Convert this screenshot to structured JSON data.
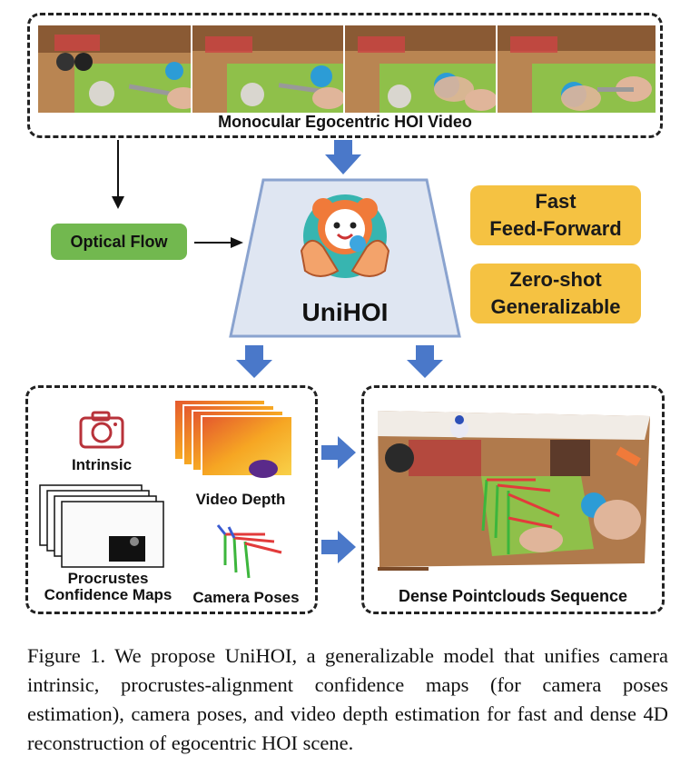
{
  "video_panel": {
    "title": "Monocular Egocentric HOI Video",
    "frame_count": 4
  },
  "optical_flow": {
    "label": "Optical Flow",
    "color": "#72b84f"
  },
  "model": {
    "name": "UniHOI",
    "trapezoid_fill": "#dfe6f2",
    "trapezoid_border": "#8aa3cf"
  },
  "features": [
    {
      "line1": "Fast",
      "line2": "Feed-Forward"
    },
    {
      "line1": "Zero-shot",
      "line2": "Generalizable"
    }
  ],
  "outputs": {
    "intrinsic": "Intrinsic",
    "video_depth": "Video Depth",
    "confidence_maps_line1": "Procrustes",
    "confidence_maps_line2": "Confidence Maps",
    "camera_poses": "Camera Poses"
  },
  "pointcloud_panel": {
    "title": "Dense Pointclouds Sequence"
  },
  "caption": "Figure 1. We propose UniHOI, a generalizable model that unifies camera intrinsic, procrustes-alignment confidence maps (for camera poses estimation), camera poses, and video depth estimation for fast and dense 4D reconstruction of egocentric HOI scene.",
  "colors": {
    "arrow_blue": "#4a78c9",
    "pill_yellow": "#f5c242",
    "icon_red": "#b8323a"
  }
}
